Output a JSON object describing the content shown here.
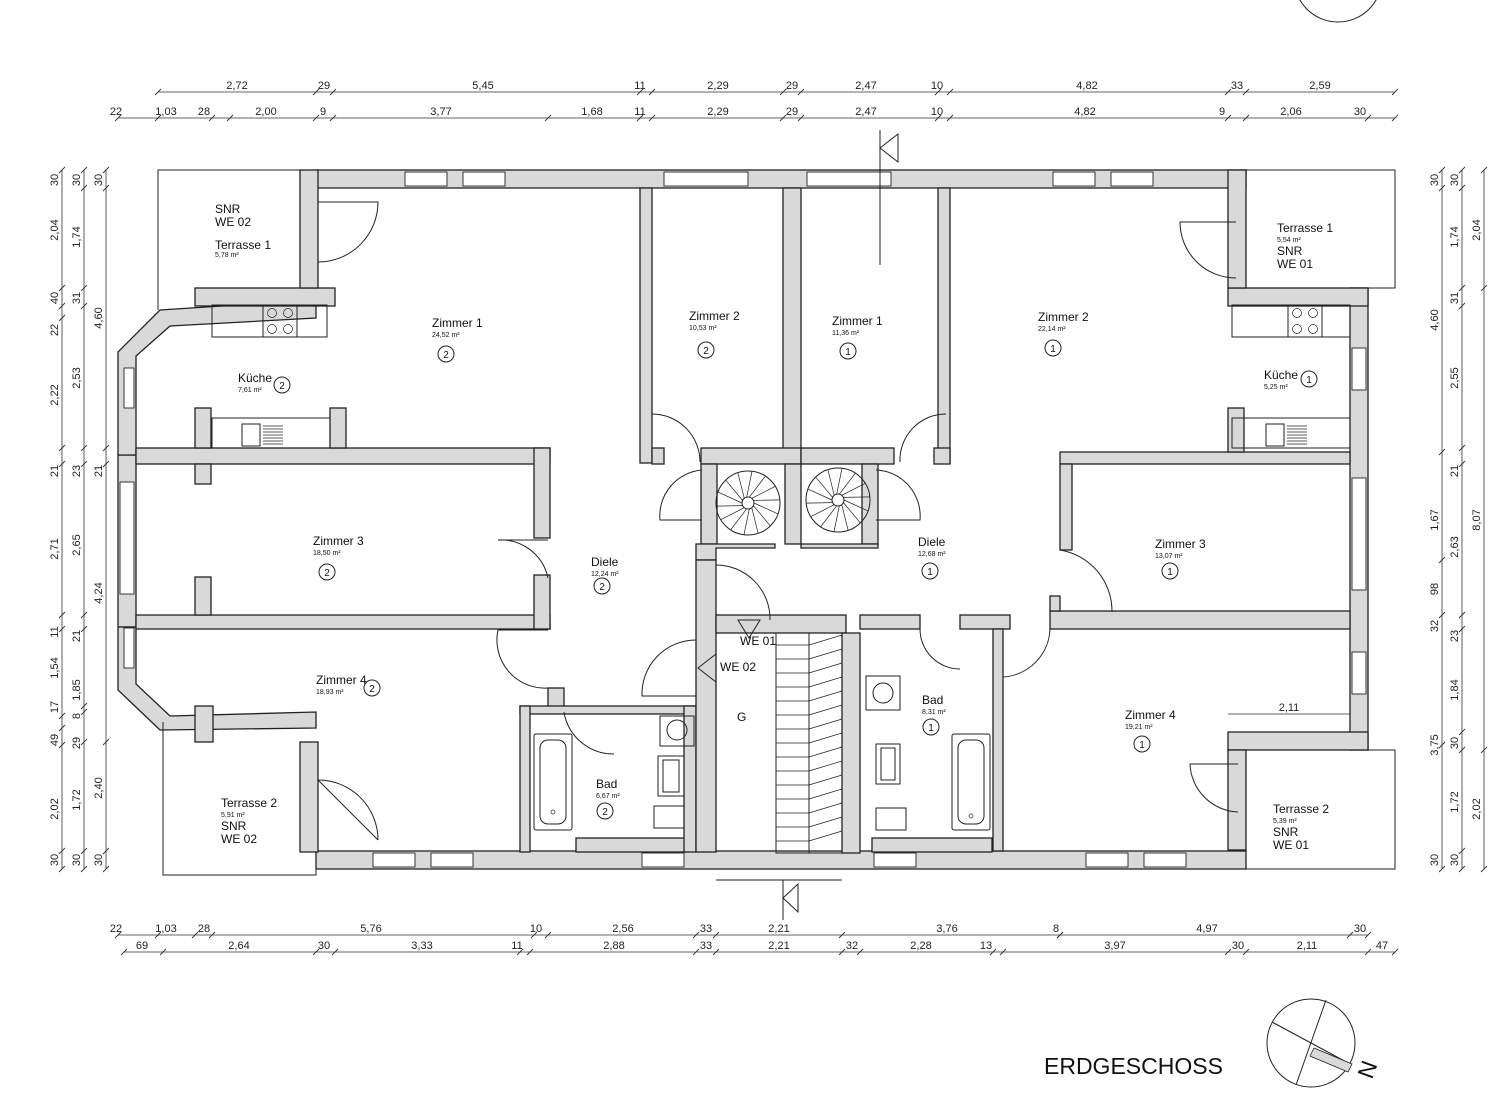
{
  "plan_title": "ERDGESCHOSS",
  "north_label": "N",
  "rooms": [
    {
      "id": "we02-terrasse1",
      "lines": [
        "SNR",
        "WE 02",
        "Terrasse 1"
      ],
      "area": "5,78 m²",
      "unit": ""
    },
    {
      "id": "we02-zimmer1",
      "lines": [
        "Zimmer 1"
      ],
      "area": "24,52 m²",
      "unit": "2"
    },
    {
      "id": "we02-zimmer2",
      "lines": [
        "Zimmer 2"
      ],
      "area": "10,53 m²",
      "unit": "2"
    },
    {
      "id": "we01-zimmer1",
      "lines": [
        "Zimmer 1"
      ],
      "area": "11,36 m²",
      "unit": "1"
    },
    {
      "id": "we01-zimmer2",
      "lines": [
        "Zimmer 2"
      ],
      "area": "22,14 m²",
      "unit": "1"
    },
    {
      "id": "we01-terrasse1",
      "lines": [
        "Terrasse 1"
      ],
      "area": "5,54 m²",
      "unit": "",
      "extra": [
        "SNR",
        "WE 01"
      ]
    },
    {
      "id": "we02-kueche",
      "lines": [
        "Küche"
      ],
      "area": "7,61 m²",
      "unit": "2"
    },
    {
      "id": "we01-kueche",
      "lines": [
        "Küche"
      ],
      "area": "5,25 m²",
      "unit": "1"
    },
    {
      "id": "we02-zimmer3",
      "lines": [
        "Zimmer 3"
      ],
      "area": "18,50 m²",
      "unit": "2"
    },
    {
      "id": "we02-diele",
      "lines": [
        "Diele"
      ],
      "area": "12,24 m²",
      "unit": "2"
    },
    {
      "id": "we01-diele",
      "lines": [
        "Diele"
      ],
      "area": "12,68 m²",
      "unit": "1"
    },
    {
      "id": "we01-zimmer3",
      "lines": [
        "Zimmer 3"
      ],
      "area": "13,07 m²",
      "unit": "1"
    },
    {
      "id": "we02-zimmer4",
      "lines": [
        "Zimmer 4"
      ],
      "area": "18,93 m²",
      "unit": "2"
    },
    {
      "id": "we02-bad",
      "lines": [
        "Bad"
      ],
      "area": "6,67 m²",
      "unit": "2"
    },
    {
      "id": "we01-bad",
      "lines": [
        "Bad"
      ],
      "area": "8,31 m²",
      "unit": "1"
    },
    {
      "id": "we01-zimmer4",
      "lines": [
        "Zimmer 4"
      ],
      "area": "19,21 m²",
      "unit": "1"
    },
    {
      "id": "we02-terrasse2",
      "lines": [
        "Terrasse 2"
      ],
      "area": "5,91 m²",
      "unit": "",
      "extra": [
        "SNR",
        "WE 02"
      ]
    },
    {
      "id": "we01-terrasse2",
      "lines": [
        "Terrasse 2"
      ],
      "area": "5,39 m²",
      "unit": "",
      "extra": [
        "SNR",
        "WE 01"
      ]
    }
  ],
  "stair_labels": {
    "we01": "WE 01",
    "we02": "WE 02",
    "hall": "G"
  },
  "inline_dimension": "2,11",
  "dimensions": {
    "top_outer": [
      "2,72",
      "29",
      "5,45",
      "11",
      "2,29",
      "29",
      "2,47",
      "10",
      "4,82",
      "33",
      "2,59"
    ],
    "top_inner": [
      "22",
      "1,03",
      "28",
      "2,00",
      "9",
      "3,77",
      "1,68",
      "11",
      "2,29",
      "29",
      "2,47",
      "10",
      "4,82",
      "9",
      "2,06",
      "30"
    ],
    "bottom_inner": [
      "22",
      "1,03",
      "28",
      "5,76",
      "10",
      "2,56",
      "33",
      "2,21",
      "3,76",
      "8",
      "4,97",
      "30"
    ],
    "bottom_outer": [
      "69",
      "2,64",
      "30",
      "3,33",
      "11",
      "2,88",
      "33",
      "2,21",
      "32",
      "2,28",
      "13",
      "3,97",
      "30",
      "2,11",
      "47"
    ],
    "left_outer": [
      "30",
      "2,04",
      "40",
      "22",
      "2,22",
      "21",
      "2,71",
      "11",
      "1,54",
      "17",
      "49",
      "2,02",
      "30"
    ],
    "left_inner": [
      "30",
      "1,74",
      "31",
      "2,53",
      "23",
      "2,65",
      "21",
      "1,85",
      "8",
      "29",
      "1,72",
      "30"
    ],
    "left_third": [
      "30",
      "4,60",
      "21",
      "4,24",
      "2,40",
      "30"
    ],
    "right_inner": [
      "30",
      "4,60",
      "1,67",
      "98",
      "32",
      "3,75",
      "30"
    ],
    "right_mid": [
      "30",
      "1,74",
      "31",
      "2,55",
      "21",
      "2,63",
      "23",
      "1,84",
      "30",
      "1,72",
      "30"
    ],
    "right_outer": [
      "2,04",
      "8,07",
      "2,02"
    ]
  }
}
